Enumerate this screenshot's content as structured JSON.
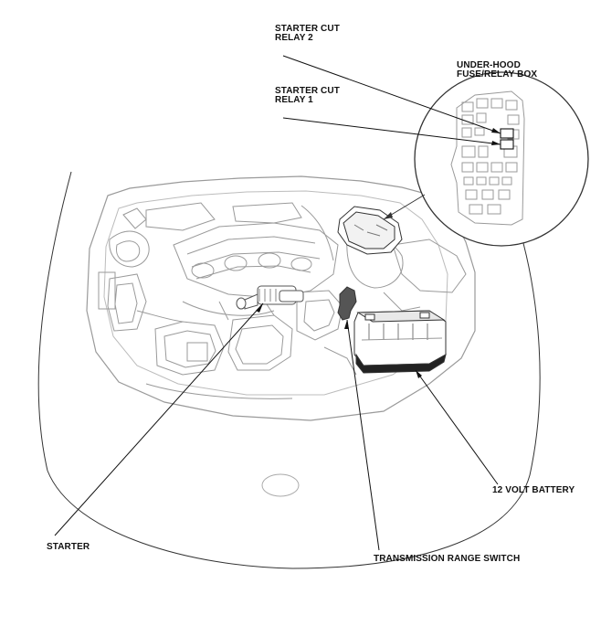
{
  "callouts": {
    "starter_cut_relay_2": {
      "line1": "STARTER CUT",
      "line2": "RELAY 2"
    },
    "starter_cut_relay_1": {
      "line1": "STARTER CUT",
      "line2": "RELAY 1"
    },
    "under_hood_box": {
      "line1": "UNDER-HOOD",
      "line2": "FUSE/RELAY BOX"
    },
    "battery": "12 VOLT BATTERY",
    "starter": "STARTER",
    "transmission_range_switch": "TRANSMISSION RANGE SWITCH"
  },
  "colors": {
    "line": "#111111",
    "engine_gray": "#9a9a9a",
    "background": "#ffffff"
  }
}
